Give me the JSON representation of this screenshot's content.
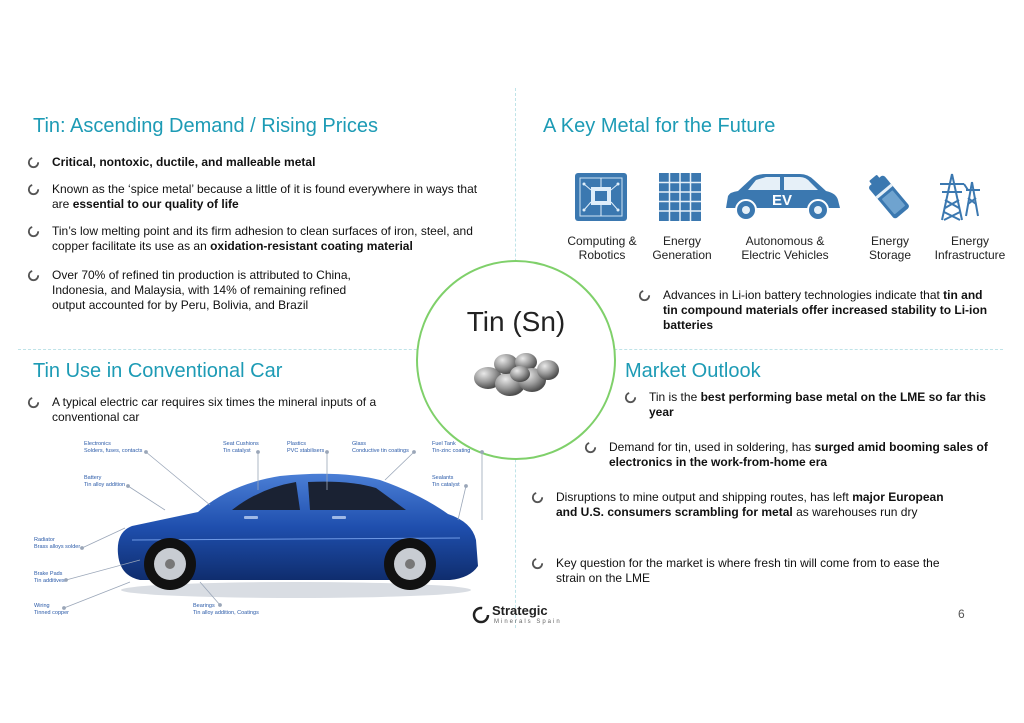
{
  "sections": {
    "top_left": {
      "title": "Tin: Ascending Demand / Rising Prices",
      "bullets": [
        {
          "pre": "",
          "bold": "Critical, nontoxic, ductile, and malleable metal",
          "post": ""
        },
        {
          "pre": "Known as the ‘spice metal’ because a little of it is found everywhere in ways that are ",
          "bold": "essential to our quality of life",
          "post": ""
        },
        {
          "pre": "Tin’s low melting point and its firm adhesion to clean surfaces of iron, steel, and copper facilitate its use as an ",
          "bold": "oxidation-resistant coating material",
          "post": ""
        },
        {
          "pre": "Over 70% of refined tin production is attributed to China, Indonesia, and Malaysia, with 14% of remaining refined output accounted for by Peru, Bolivia, and Brazil",
          "bold": "",
          "post": ""
        }
      ]
    },
    "top_right": {
      "title": "A Key Metal for the Future",
      "icons": [
        {
          "name": "Computing & Robotics",
          "icon": "chip-icon"
        },
        {
          "name": "Energy Generation",
          "icon": "solar-panel-icon"
        },
        {
          "name": "Autonomous & Electric Vehicles",
          "icon": "ev-car-icon",
          "badge": "EV"
        },
        {
          "name": "Energy Storage",
          "icon": "battery-icon"
        },
        {
          "name": "Energy Infrastructure",
          "icon": "power-tower-icon"
        }
      ],
      "bullet": {
        "pre": "Advances in Li-ion battery technologies indicate that ",
        "bold": "tin and tin compound materials offer increased stability to Li-ion batteries",
        "post": ""
      }
    },
    "center": {
      "label": "Tin (Sn)"
    },
    "bottom_left": {
      "title": "Tin Use in Conventional Car",
      "bullet": {
        "pre": "A typical electric car requires six times the mineral inputs of a conventional car",
        "bold": "",
        "post": ""
      },
      "car_labels": [
        {
          "title": "Electronics",
          "sub": "Solders, fuses, contacts"
        },
        {
          "title": "Seat Cushions",
          "sub": "Tin catalyst"
        },
        {
          "title": "Plastics",
          "sub": "PVC stabilisers"
        },
        {
          "title": "Glass",
          "sub": "Conductive tin coatings"
        },
        {
          "title": "Fuel Tank",
          "sub": "Tin-zinc coating"
        },
        {
          "title": "Battery",
          "sub": "Tin alloy addition"
        },
        {
          "title": "Sealants",
          "sub": "Tin catalyst"
        },
        {
          "title": "Radiator",
          "sub": "Brass alloys solder"
        },
        {
          "title": "Brake Pads",
          "sub": "Tin additives"
        },
        {
          "title": "Wiring",
          "sub": "Tinned copper"
        },
        {
          "title": "Bearings",
          "sub": "Tin alloy addition, Coatings"
        }
      ]
    },
    "bottom_right": {
      "title": "Market Outlook",
      "bullets": [
        {
          "pre": "Tin is the ",
          "bold": "best performing base metal on the LME so far this year",
          "post": ""
        },
        {
          "pre": "Demand for tin, used in soldering, has ",
          "bold": "surged amid booming sales of electronics in the work-from-home era",
          "post": ""
        },
        {
          "pre": "Disruptions to mine output and shipping routes, has left ",
          "bold": "major European and U.S. consumers scrambling for metal",
          "post": " as warehouses run dry"
        },
        {
          "pre": "Key question for the market is where fresh tin will come from to ease the strain on the LME",
          "bold": "",
          "post": ""
        }
      ]
    }
  },
  "footer": {
    "logo_name": "Strategic",
    "logo_sub": "Minerals Spain",
    "page_number": "6"
  },
  "colors": {
    "accent": "#1d9bb5",
    "circle_border": "#7fd06a",
    "icon_blue": "#3b78b0",
    "divider": "#bfe3e8"
  }
}
